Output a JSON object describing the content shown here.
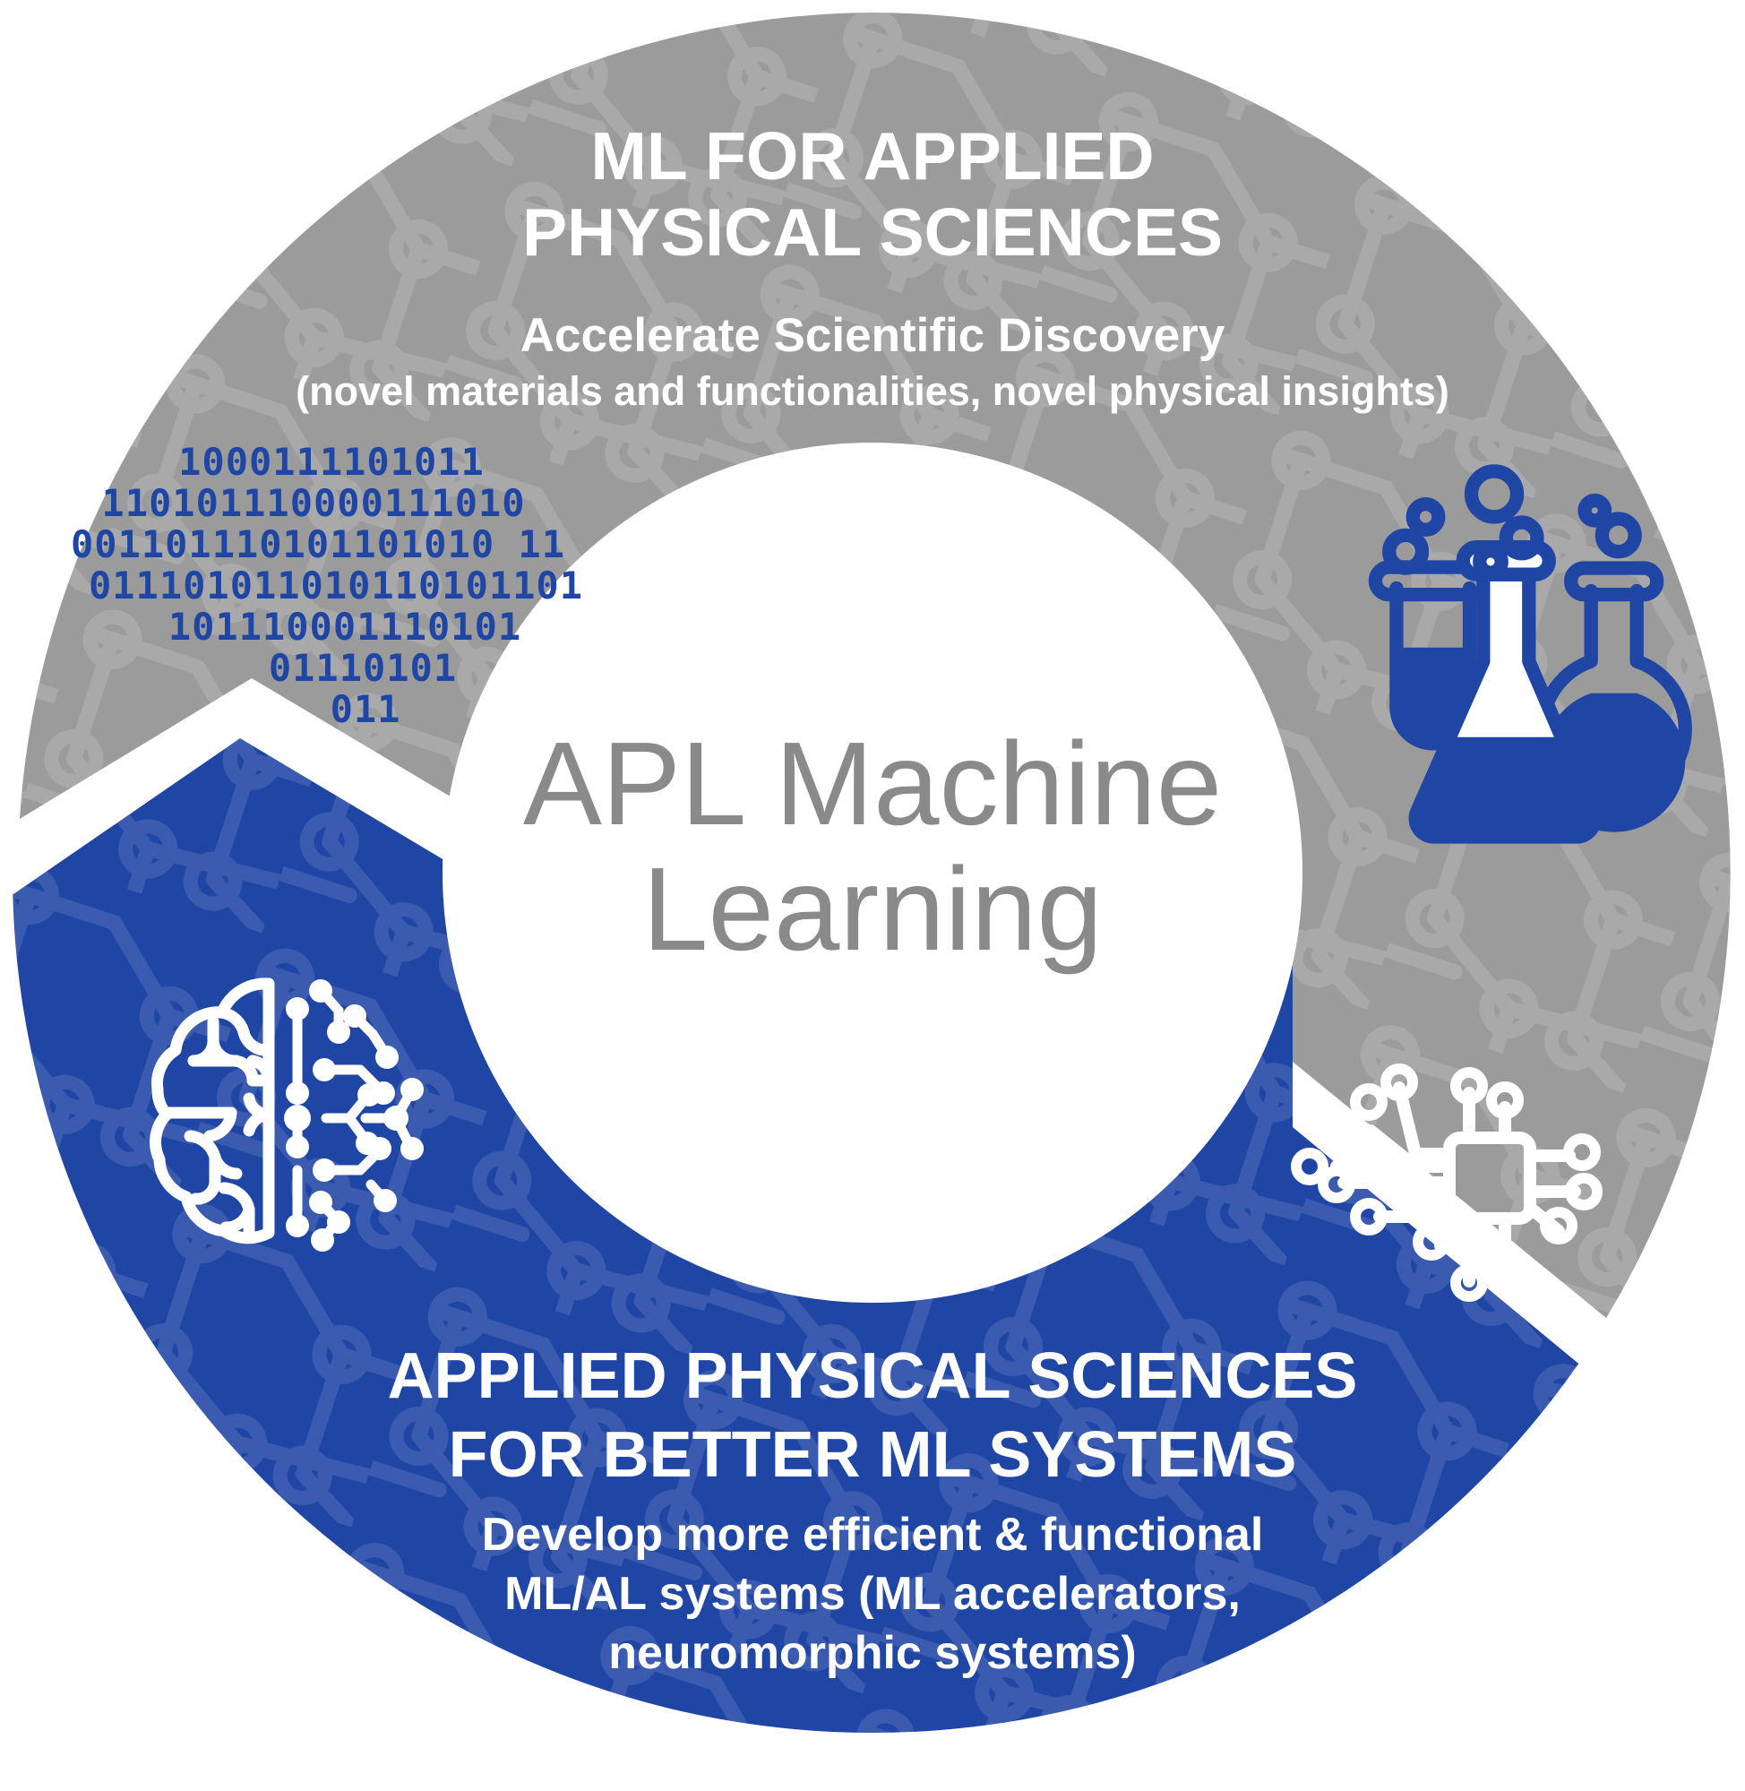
{
  "diagram": {
    "title": "APL Machine Learning",
    "center": {
      "line1": "APL Machine",
      "line2": "Learning",
      "color": "#8a8a8a"
    },
    "segments": [
      {
        "id": "ml-for-aps",
        "heading_line1": "ML FOR APPLIED",
        "heading_line2": "PHYSICAL SCIENCES",
        "subtitle_line1": "Accelerate Scientific Discovery",
        "subtitle_line2": "(novel materials and functionalities, novel physical insights)",
        "fill": "#9b9b9b",
        "pattern_fill": "#a8a8a8",
        "icons": [
          "binary-data-icon",
          "lab-flask-icon"
        ]
      },
      {
        "id": "aps-for-ml",
        "heading_line1": "APPLIED PHYSICAL SCIENCES",
        "heading_line2": "FOR BETTER ML SYSTEMS",
        "subtitle_line1": "Develop more efficient & functional",
        "subtitle_line2": "ML/AL systems (ML accelerators,",
        "subtitle_line3": "neuromorphic systems)",
        "fill": "#1F46A5",
        "pattern_fill": "#3A5BB0",
        "icons": [
          "brain-circuit-icon",
          "microchip-icon"
        ]
      }
    ],
    "binary_rows": [
      "1000111101011",
      "110101110000111010",
      "001101110101101010 11",
      "011101011010110101101",
      "101110001110101",
      "01110101",
      "011"
    ],
    "colors": {
      "gray": "#9b9b9b",
      "blue": "#1F46A5",
      "white": "#ffffff",
      "center_gray": "#8a8a8a",
      "icon_blue": "#1F46A5"
    }
  }
}
